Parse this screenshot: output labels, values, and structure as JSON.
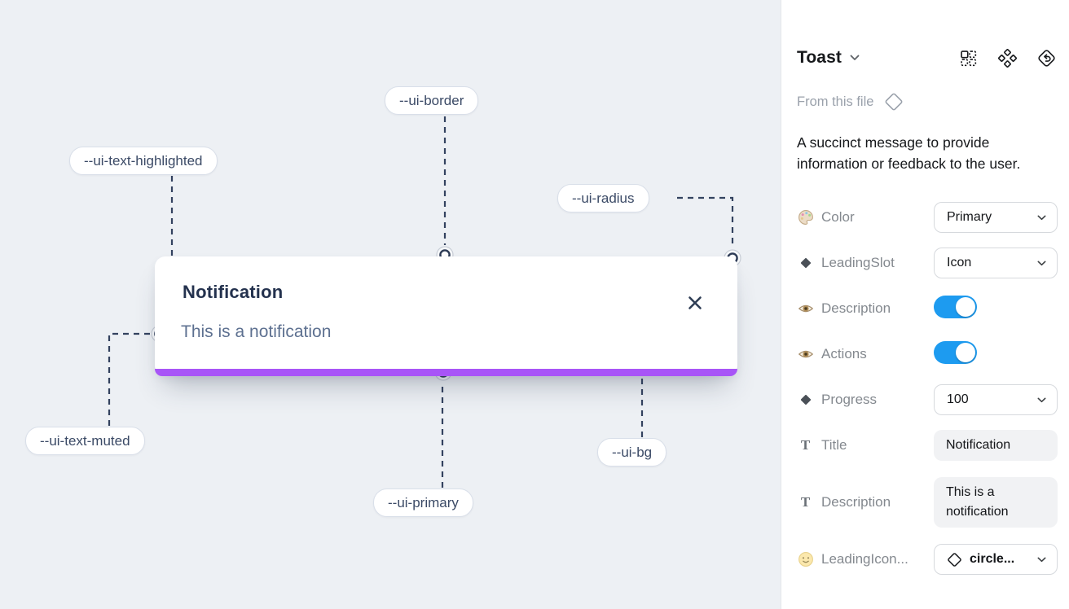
{
  "canvas": {
    "bg_color": "#edf0f4",
    "toast": {
      "title": "Notification",
      "description": "This is a notification",
      "progress_color": "#a855f7"
    },
    "annotations": {
      "text_highlighted": "--ui-text-highlighted",
      "border": "--ui-border",
      "radius": "--ui-radius",
      "text_muted": "--ui-text-muted",
      "primary": "--ui-primary",
      "bg": "--ui-bg"
    }
  },
  "inspector": {
    "component_name": "Toast",
    "source_label": "From this file",
    "description": "A succinct message to provide information or feedback to the user.",
    "toggle_color": "#1d9bf0",
    "properties": [
      {
        "label": "Color",
        "icon": "palette-icon",
        "type": "select",
        "value": "Primary"
      },
      {
        "label": "LeadingSlot",
        "icon": "diamond-icon",
        "type": "select",
        "value": "Icon"
      },
      {
        "label": "Description",
        "icon": "eye-icon",
        "type": "toggle",
        "value": "on"
      },
      {
        "label": "Actions",
        "icon": "eye-icon",
        "type": "toggle",
        "value": "on"
      },
      {
        "label": "Progress",
        "icon": "diamond-icon",
        "type": "select",
        "value": "100"
      },
      {
        "label": "Title",
        "icon": "text-icon",
        "type": "text-field",
        "value": "Notification"
      },
      {
        "label": "Description",
        "icon": "text-icon",
        "type": "text-field",
        "value": "This is a notification"
      },
      {
        "label": "LeadingIcon...",
        "icon": "smiley-icon",
        "type": "instance-select",
        "value": "circle..."
      }
    ]
  }
}
